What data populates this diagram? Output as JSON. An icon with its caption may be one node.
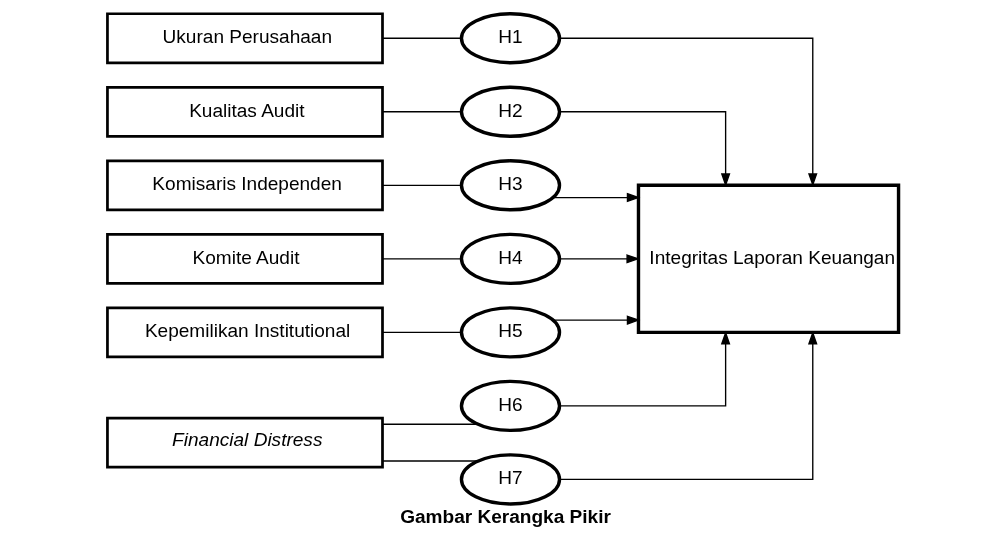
{
  "diagram": {
    "caption": "Gambar Kerangka Pikir",
    "nodes": [
      {
        "text": [
          "Ukuran Perusahaan"
        ]
      },
      {
        "text": [
          "H1"
        ]
      },
      {
        "text": [
          "Kualitas Audit"
        ]
      },
      {
        "text": [
          "H2"
        ]
      },
      {
        "text": [
          "Komisaris Independen"
        ]
      },
      {
        "text": [
          "H3"
        ]
      },
      {
        "text": [
          "Komite Audit"
        ]
      },
      {
        "text": [
          "H4"
        ]
      },
      {
        "text": [
          "Kepemilikan Institutional"
        ]
      },
      {
        "text": [
          "H5"
        ]
      },
      {
        "text": [
          "Financial Distress"
        ]
      },
      {
        "text": [
          "H6"
        ]
      },
      {
        "text": [
          "H7"
        ]
      },
      {
        "text": [
          "Integritas Laporan Keuangan"
        ]
      }
    ],
    "edges": [
      {
        "from": 0,
        "to": 1,
        "arrow": "none"
      },
      {
        "from": 1,
        "to": 13,
        "arrow": "to"
      },
      {
        "from": 2,
        "to": 3,
        "arrow": "none"
      },
      {
        "from": 3,
        "to": 13,
        "arrow": "to"
      },
      {
        "from": 4,
        "to": 5,
        "arrow": "none"
      },
      {
        "from": 5,
        "to": 13,
        "arrow": "to"
      },
      {
        "from": 6,
        "to": 7,
        "arrow": "none"
      },
      {
        "from": 7,
        "to": 13,
        "arrow": "to"
      },
      {
        "from": 8,
        "to": 9,
        "arrow": "none"
      },
      {
        "from": 9,
        "to": 13,
        "arrow": "to"
      },
      {
        "from": 10,
        "to": 11,
        "arrow": "none"
      },
      {
        "from": 11,
        "to": 13,
        "arrow": "to"
      },
      {
        "from": 10,
        "to": 12,
        "arrow": "none"
      },
      {
        "from": 12,
        "to": 13,
        "arrow": "to"
      }
    ]
  }
}
